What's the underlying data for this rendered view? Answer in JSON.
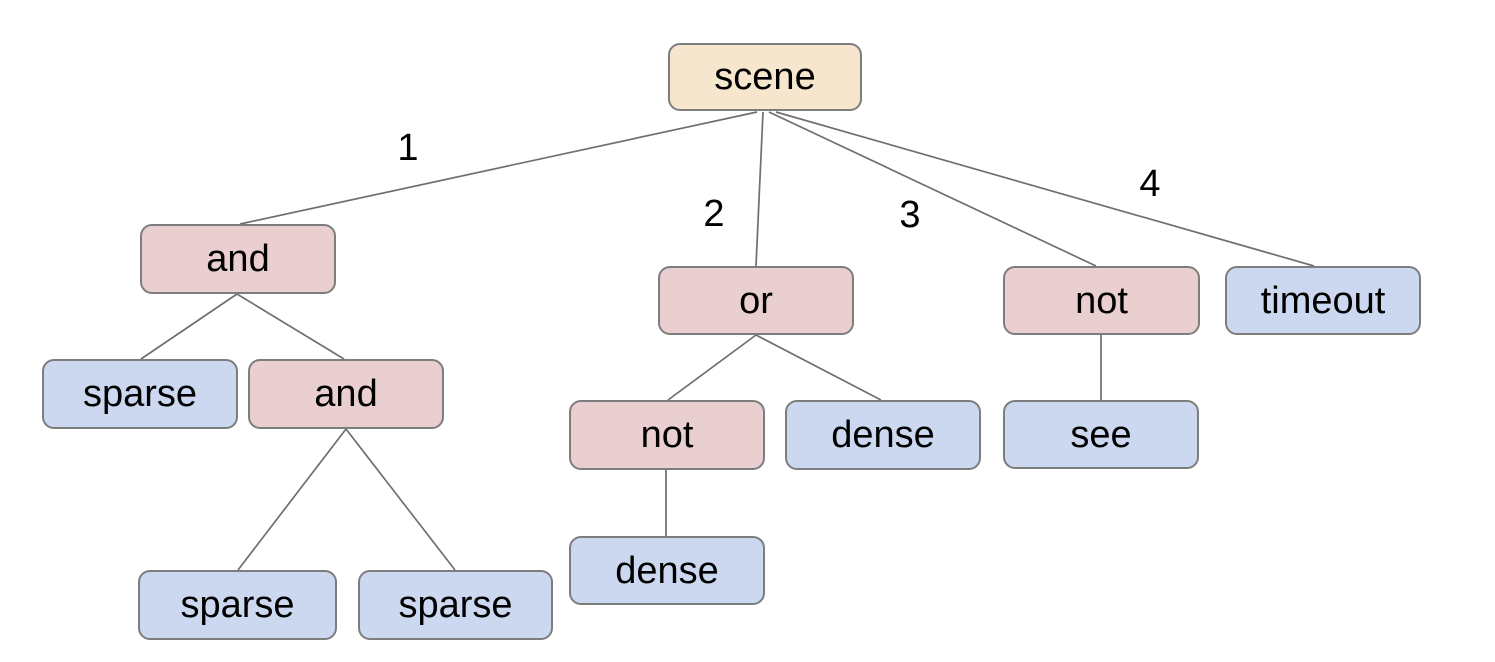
{
  "diagram": {
    "background": "#ffffff",
    "colors": {
      "root_fill": "#f6e6ce",
      "operator_fill": "#e9cfcf",
      "leaf_fill": "#ccd8f0",
      "node_border": "#7d7d7d",
      "edge_line": "#6f6f6f",
      "text": "#000000"
    },
    "nodes": {
      "scene": {
        "label": "scene"
      },
      "and1": {
        "label": "and"
      },
      "or1": {
        "label": "or"
      },
      "not1": {
        "label": "not"
      },
      "timeout1": {
        "label": "timeout"
      },
      "sparse1": {
        "label": "sparse"
      },
      "and2": {
        "label": "and"
      },
      "not2": {
        "label": "not"
      },
      "dense1": {
        "label": "dense"
      },
      "see1": {
        "label": "see"
      },
      "sparse2": {
        "label": "sparse"
      },
      "sparse3": {
        "label": "sparse"
      },
      "dense2": {
        "label": "dense"
      }
    },
    "edge_labels": {
      "branch1": "1",
      "branch2": "2",
      "branch3": "3",
      "branch4": "4"
    },
    "structure": {
      "label": "scene",
      "children": [
        {
          "edge": "1",
          "label": "and",
          "children": [
            {
              "label": "sparse"
            },
            {
              "label": "and",
              "children": [
                {
                  "label": "sparse"
                },
                {
                  "label": "sparse"
                }
              ]
            }
          ]
        },
        {
          "edge": "2",
          "label": "or",
          "children": [
            {
              "label": "not",
              "children": [
                {
                  "label": "dense"
                }
              ]
            },
            {
              "label": "dense"
            }
          ]
        },
        {
          "edge": "3",
          "label": "not",
          "children": [
            {
              "label": "see"
            }
          ]
        },
        {
          "edge": "4",
          "label": "timeout"
        }
      ]
    }
  }
}
